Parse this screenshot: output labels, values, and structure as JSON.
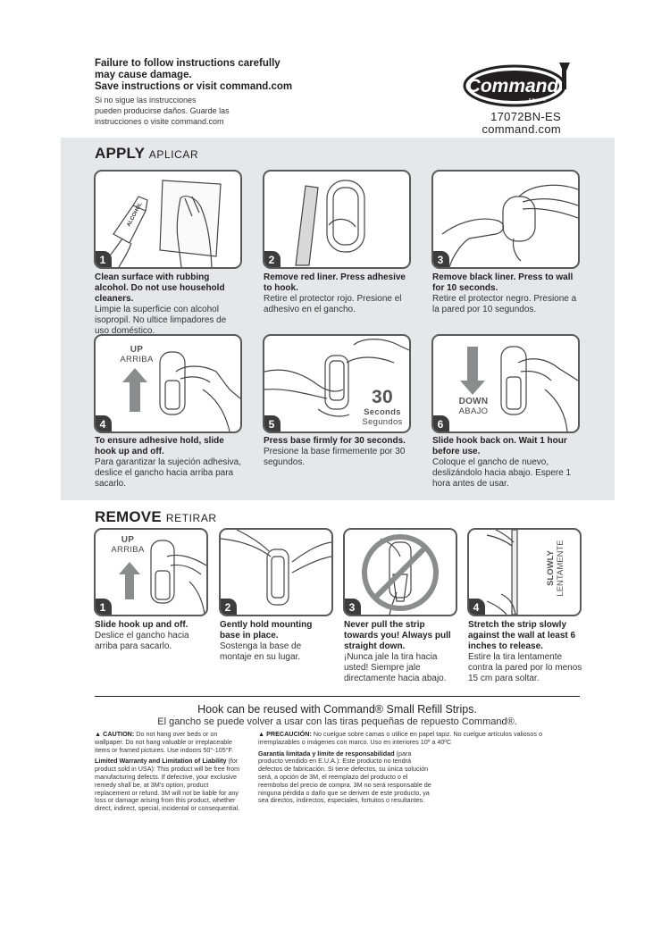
{
  "header": {
    "warning_en": [
      "Failure to follow instructions carefully",
      "may cause damage.",
      "Save instructions or visit command.com"
    ],
    "warning_es": [
      "Si no sigue las instrucciones",
      "pueden producirse daños. Guarde las",
      "instrucciones o visite command.com"
    ],
    "brand_logo": "Command",
    "brand_sub": "BRAND",
    "sku": "17072BN-ES",
    "website": "command.com"
  },
  "apply": {
    "title": "APPLY",
    "subtitle": "APLICAR",
    "steps": [
      {
        "num": "1",
        "bold": "Clean surface with rubbing alcohol. Do not use household cleaners.",
        "text": "Limpie la superficie con alcohol isopropil. No ultice limpadores de uso doméstico.",
        "bottle_label": "ALCOHOL"
      },
      {
        "num": "2",
        "bold": "Remove red liner. Press adhesive to hook.",
        "text": "Retire el protector rojo. Presione el adhesivo en el gancho."
      },
      {
        "num": "3",
        "bold": "Remove black liner. Press to wall for 10 seconds.",
        "text": "Retire el protector negro. Presione a la pared por 10 segundos."
      },
      {
        "num": "4",
        "bold": "To ensure adhesive hold, slide hook up and off.",
        "text": "Para garantizar la sujeción adhesiva, deslice el gancho hacia arriba para sacarlo.",
        "label_en": "UP",
        "label_es": "ARRIBA"
      },
      {
        "num": "5",
        "bold": "Press base firmly for 30 seconds.",
        "text": "Presione la base firmemente por 30 segundos.",
        "timer_value": "30",
        "timer_en": "Seconds",
        "timer_es": "Segundos"
      },
      {
        "num": "6",
        "bold": "Slide hook back on. Wait 1 hour before use.",
        "text": "Coloque el gancho de nuevo, deslizándolo hacia abajo. Espere 1 hora antes de usar.",
        "label_en": "DOWN",
        "label_es": "ABAJO"
      }
    ]
  },
  "remove": {
    "title": "REMOVE",
    "subtitle": "RETIRAR",
    "steps": [
      {
        "num": "1",
        "bold": "Slide hook up and off.",
        "text": "Deslice el gancho hacia arriba para sacarlo.",
        "label_en": "UP",
        "label_es": "ARRIBA"
      },
      {
        "num": "2",
        "bold": "Gently hold mounting base in place.",
        "text": "Sostenga la base de montaje en su lugar."
      },
      {
        "num": "3",
        "bold": "Never pull the strip towards you! Always pull straight down.",
        "text": "¡Nunca jale la tira hacia usted! Siempre jale directamente hacia abajo."
      },
      {
        "num": "4",
        "bold": "Stretch the strip slowly against the wall at least 6 inches to release.",
        "text": "Estire la tira lentamente contra la pared por lo menos 15 cm para soltar.",
        "label_en": "SLOWLY",
        "label_es": "LENTAMENTE"
      }
    ]
  },
  "footer": {
    "reuse_en": "Hook can be reused with Command® Small Refill Strips.",
    "reuse_es": "El gancho se puede volver a usar con las tiras pequeñas de repuesto Command®.",
    "caution_title": "CAUTION:",
    "caution_text": "Do not hang over beds or on wallpaper. Do not hang valuable or irreplaceable items or framed pictures. Use indoors 50°-105°F.",
    "warranty_title": "Limited Warranty and Limitation of Liability",
    "warranty_text": "(for product sold in USA): This product will be free from manufacturing defects. If defective, your exclusive remedy shall be, at 3M's option, product replacement or refund. 3M will not be liable for any loss or damage arising from this product, whether direct, indirect, special, incidental or consequential.",
    "precaucion_title": "PRECAUCIÓN:",
    "precaucion_text": "No cuelgue sobre camas o utilice en papel tapiz. No cuelgue artículos valiosos o irremplazables o imágenes con marco. Uso en interiores 10º a 40ºC",
    "garantia_title": "Garantía limitada y límite de responsabilidad",
    "garantia_text": "(para producto vendido en E.U.A.): Este producto no tendrá defectos de fabricación. Si tiene defectos, su única solución será, a opción de 3M, el reemplazo del producto o el reembolso del precio de compra. 3M no será responsable de ninguna pérdida o daño que se deriven de este producto, ya sea directos, indirectos, especiales, fortuitos o resultantes."
  },
  "colors": {
    "band": "#e6e7e8",
    "ink": "#231f20",
    "arrow": "#8a8c8e",
    "badge": "#3c3c3c"
  }
}
